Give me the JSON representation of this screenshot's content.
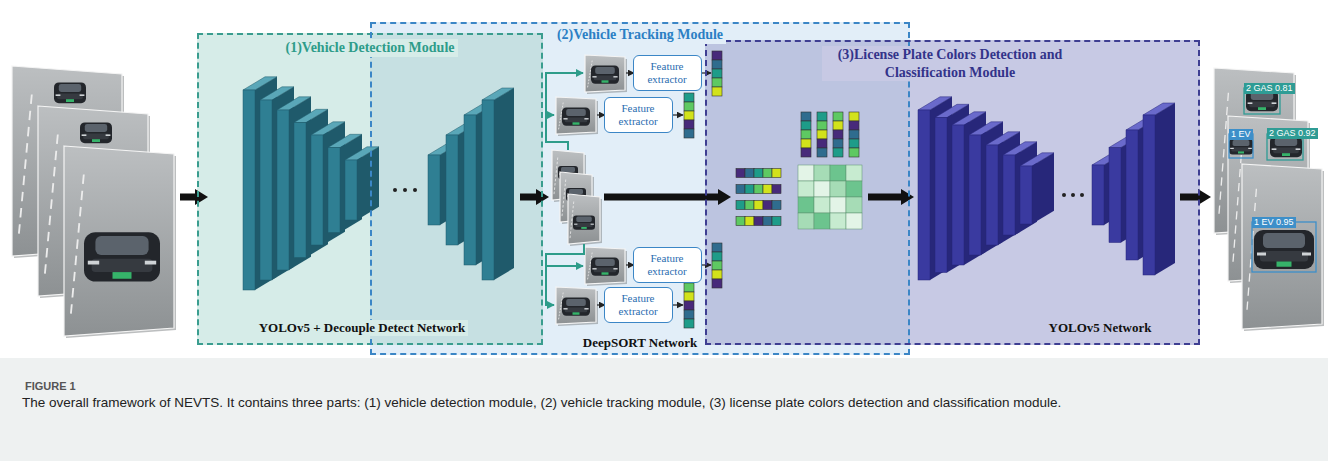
{
  "diagram": {
    "caption": "The overall framework of NEVTS. It contains three parts: (1) vehicle detection module, (2) vehicle tracking module, (3) license plate colors detection and classification module.",
    "nodes": [
      {
        "text": [
          "(1)Vehicle Detection Module"
        ]
      },
      {
        "text": [
          "(2)Vehicle Tracking Module"
        ]
      },
      {
        "text": [
          "Feature extractor"
        ],
        "in": 1
      },
      {
        "text": [
          "Feature extractor"
        ],
        "in": 1
      },
      {
        "text": [
          "Feature extractor"
        ],
        "in": 1
      },
      {
        "text": [
          "Feature extractor"
        ],
        "in": 1
      },
      {
        "text": [
          "(3)License Plate Colors Detection and Classification Module"
        ]
      }
    ],
    "labels": [
      "FIGURE 1",
      "YOLOv5 + Decouple Detect Network",
      "DeepSORT Network",
      "YOLOv5 Network",
      "2 GAS 0.81",
      "1 EV",
      "2 GAS 0.92",
      "1 EV 0.95"
    ]
  }
}
